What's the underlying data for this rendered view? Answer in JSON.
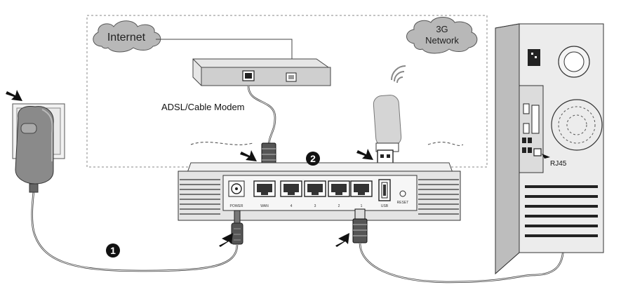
{
  "clouds": {
    "internet": "Internet",
    "network_line1": "3G",
    "network_line2": "Network"
  },
  "modem": {
    "label": "ADSL/Cable Modem"
  },
  "router": {
    "ports": {
      "power": "POWER",
      "wan": "WAN",
      "lan4": "4",
      "lan3": "3",
      "lan2": "2",
      "lan1": "1",
      "usb": "USB",
      "reset": "RESET"
    }
  },
  "computer": {
    "port_label": "RJ45"
  },
  "steps": {
    "step1": "1",
    "step2": "2"
  },
  "icons": [
    "pointer-arrow-icon",
    "wifi-signal-icon",
    "power-adapter-icon",
    "usb-modem-icon"
  ]
}
